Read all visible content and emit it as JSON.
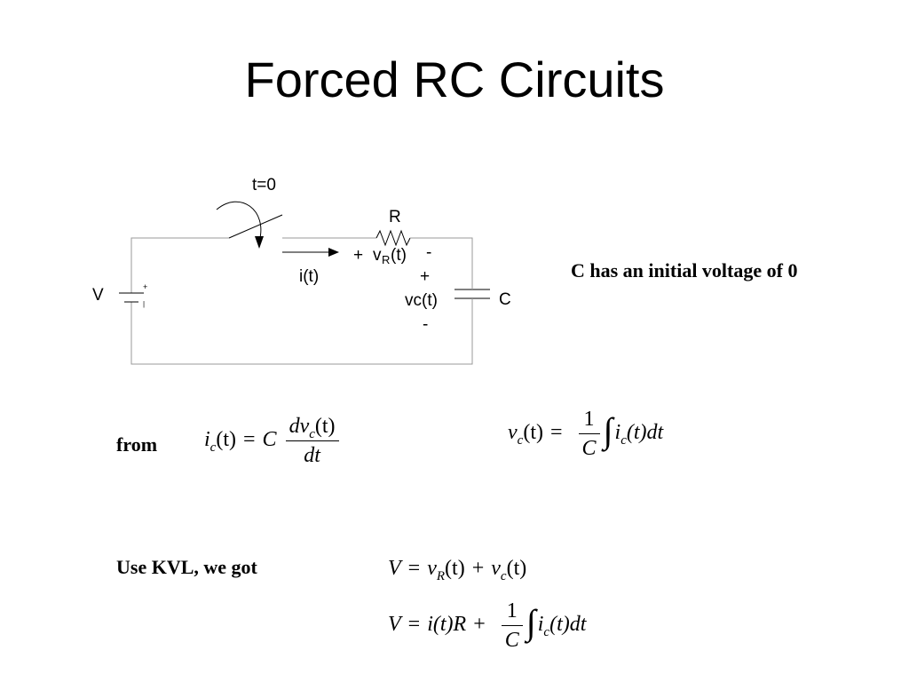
{
  "title": "Forced RC Circuits",
  "circuit": {
    "switch_label": "t=0",
    "resistor_label": "R",
    "vr_plus": "+",
    "vr_main": "v",
    "vr_sub": "R",
    "vr_arg": "(t)",
    "vr_minus": "-",
    "current_label": "i(t)",
    "vc_plus": "+",
    "vc_label": "vc(t)",
    "vc_minus": "-",
    "capacitor_label": "C",
    "source_label": "V",
    "source_plus": "+",
    "source_minus": "|"
  },
  "note": "C has an initial voltage of 0",
  "from_label": "from",
  "kvl_label": "Use KVL, we got",
  "eq1": {
    "lhs_var": "i",
    "lhs_sub": "c",
    "lhs_arg": "(t)",
    "equals": "=",
    "coef": "C",
    "num_var": "dv",
    "num_sub": "c",
    "num_arg": "(t)",
    "den": "dt"
  },
  "eq2": {
    "lhs_var": "v",
    "lhs_sub": "c",
    "lhs_arg": "(t)",
    "equals": "=",
    "num": "1",
    "den": "C",
    "integral": "∫",
    "int_var": "i",
    "int_sub": "c",
    "int_arg": "(t)dt"
  },
  "eq3": {
    "lhs": "V",
    "equals": "=",
    "t1_var": "v",
    "t1_sub": "R",
    "t1_arg": "(t)",
    "plus": "+",
    "t2_var": "v",
    "t2_sub": "c",
    "t2_arg": "(t)"
  },
  "eq4": {
    "lhs": "V",
    "equals": "=",
    "t1": "i(t)R",
    "plus": "+",
    "num": "1",
    "den": "C",
    "integral": "∫",
    "int_var": "i",
    "int_sub": "c",
    "int_arg": "(t)dt"
  }
}
